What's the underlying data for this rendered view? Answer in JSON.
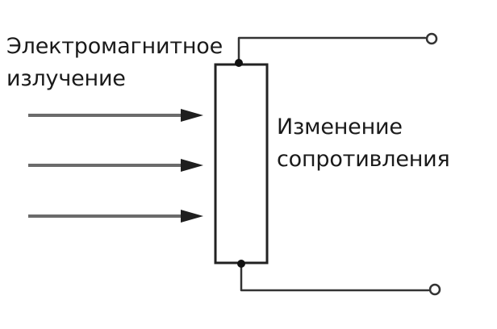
{
  "labels": {
    "radiation_line1": "Электромагнитное",
    "radiation_line2": "излучение",
    "resistance_line1": "Изменение",
    "resistance_line2": "сопротивления"
  },
  "elements": {
    "incoming_rays": 3,
    "terminals": 2,
    "junctions": 2
  },
  "colors": {
    "line": "#333333",
    "ray": "#6b6b6b",
    "text": "#1a1a1a",
    "background": "#ffffff"
  }
}
